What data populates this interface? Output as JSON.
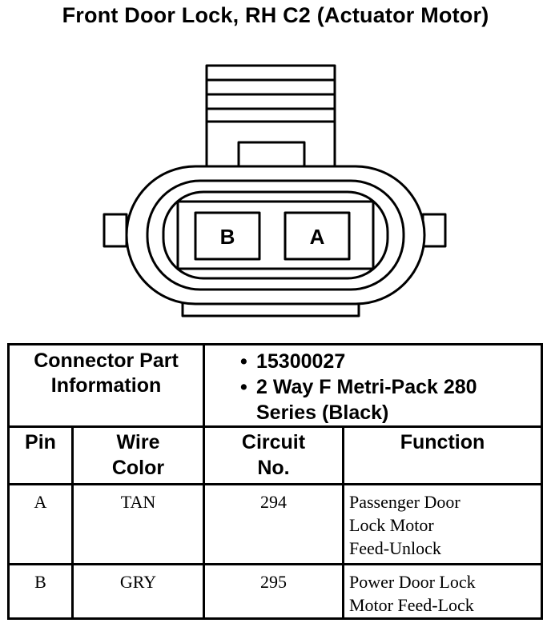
{
  "title": "Front Door Lock, RH C2 (Actuator Motor)",
  "connector": {
    "cavities": [
      "B",
      "A"
    ]
  },
  "part_info": {
    "header_line1": "Connector Part",
    "header_line2": "Information",
    "items": [
      "15300027",
      "2 Way F Metri-Pack 280 Series (Black)"
    ]
  },
  "columns": {
    "pin": "Pin",
    "wire_color_line1": "Wire",
    "wire_color_line2": "Color",
    "circuit_line1": "Circuit",
    "circuit_line2": "No.",
    "function": "Function"
  },
  "rows": [
    {
      "pin": "A",
      "wire_color": "TAN",
      "circuit": "294",
      "function_lines": [
        "Passenger Door",
        "Lock Motor",
        "Feed-Unlock"
      ]
    },
    {
      "pin": "B",
      "wire_color": "GRY",
      "circuit": "295",
      "function_lines": [
        "Power Door Lock",
        "Motor Feed-Lock"
      ]
    }
  ]
}
